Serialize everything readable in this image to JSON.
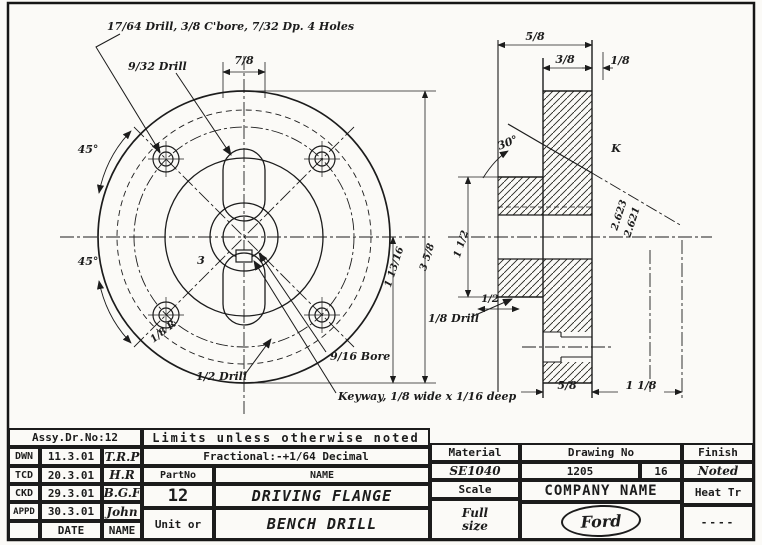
{
  "front": {
    "note_holes": "17/64 Drill, 3/8 C'bore, 7/32 Dp. 4 Holes",
    "drill_932": "9/32 Drill",
    "dim_slot_width": "7/8",
    "angle_upper": "45°",
    "angle_lower": "45°",
    "dim_three": "3",
    "radius_note": "1/8 R",
    "drill_half": "1/2 Drill",
    "bore_note": "9/16 Bore",
    "keyway_note": "Keyway, 1/8 wide x 1/16 deep",
    "dim_radius": "1 13/16",
    "dim_diameter": "3 5/8"
  },
  "side": {
    "dim_top_outer": "5/8",
    "dim_top_mid": "3/8",
    "dim_top_right": "1/8",
    "angle_taper": "30°",
    "point_k": "K",
    "taper_upper": "2.623",
    "taper_lower": "2.621",
    "dim_hub_dia": "1 1/2",
    "dim_half": "1/2",
    "drill_note": "1/8 Drill",
    "dim_bottom_left": "5/8",
    "dim_bottom_right": "1 1/8"
  },
  "title_block": {
    "assy": "Assy.Dr.No:12",
    "limits": "Limits unless otherwise noted",
    "fractional": "Fractional:-+1/64  Decimal",
    "rows": [
      {
        "role": "DWN",
        "date": "11.3.01",
        "name": "T.R.P"
      },
      {
        "role": "TCD",
        "date": "20.3.01",
        "name": "H.R"
      },
      {
        "role": "CKD",
        "date": "29.3.01",
        "name": "B.G.F"
      },
      {
        "role": "APPD",
        "date": "30.3.01",
        "name": "John"
      }
    ],
    "date_label": "DATE",
    "name_col_label": "NAME",
    "part_no_label": "PartNo",
    "name_label": "NAME",
    "part_no": "12",
    "part_name": "DRIVING FLANGE",
    "unit_label": "Unit or",
    "unit_name": "BENCH DRILL",
    "material_label": "Material",
    "material": "SE1040",
    "drawing_no_label": "Drawing No",
    "drawing_no": "1205",
    "sheet_no": "16",
    "finish_label": "Finish",
    "finish": "Noted",
    "scale_label": "Scale",
    "scale_value_1": "Full",
    "scale_value_2": "size",
    "company_label": "COMPANY NAME",
    "company_logo": "Ford",
    "heat_label": "Heat Tr",
    "heat_value": "----"
  }
}
